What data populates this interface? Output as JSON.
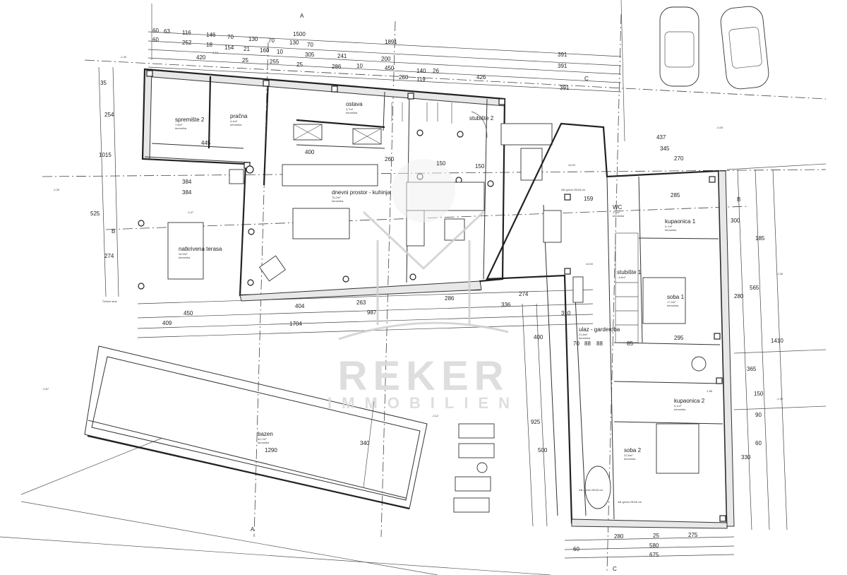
{
  "drawing": {
    "section_markers": [
      "A",
      "A",
      "B",
      "B",
      "C",
      "C"
    ],
    "rooms": [
      {
        "name": "spremište 2",
        "area": "7,5m²",
        "floor": "keramika"
      },
      {
        "name": "pračna",
        "area": "4,4m²",
        "floor": "keramika"
      },
      {
        "name": "ostava",
        "area": "3,7m²",
        "floor": "keramika"
      },
      {
        "name": "stubište 2",
        "area": "",
        "floor": ""
      },
      {
        "name": "dnevni prostor - kuhinja",
        "area": "76,2m²",
        "floor": "keramika"
      },
      {
        "name": "natkrivena terasa",
        "area": "26,9m²",
        "floor": "keramika"
      },
      {
        "name": "WC",
        "area": "1,9m²",
        "floor": "keramika"
      },
      {
        "name": "kupaonica 1",
        "area": "5,7m²",
        "floor": "keramika"
      },
      {
        "name": "stubište 1",
        "area": "4,8m²",
        "floor": ""
      },
      {
        "name": "soba 1",
        "area": "17,4m²",
        "floor": "keramika"
      },
      {
        "name": "ulaz - garderoba",
        "area": "21,8m²",
        "floor": "keramika"
      },
      {
        "name": "kupaonica 2",
        "area": "6,1m²",
        "floor": "keramika"
      },
      {
        "name": "soba 2",
        "area": "22,8m²",
        "floor": "keramika"
      },
      {
        "name": "bazen",
        "area": "40,7m²",
        "floor": "keramika"
      }
    ],
    "levels": [
      "-1,40",
      "-1,10",
      "-0,05",
      "±0,00",
      "-1,07",
      "-2,30",
      "-1,06",
      "-1,95",
      "-2,87",
      "-3,12",
      "-1,85",
      "±0,00"
    ],
    "notes": [
      "Čelični stub",
      "AB greda 25/48 cm",
      "AB greda 25/48 cm",
      "AB greda 25/48 cm"
    ],
    "dims_top": [
      "1891",
      "1500",
      "60",
      "63",
      "116",
      "146",
      "70",
      "130",
      "70",
      "130",
      "70",
      "60",
      "252",
      "18",
      "154",
      "21",
      "160",
      "10",
      "305",
      "241",
      "200",
      "391",
      "420",
      "25",
      "255",
      "25",
      "286",
      "10",
      "450",
      "140",
      "26",
      "391",
      "280",
      "119",
      "426",
      "391"
    ],
    "dims_interior": [
      "445",
      "400",
      "260",
      "150",
      "150",
      "384",
      "384",
      "437",
      "345",
      "270",
      "159",
      "285",
      "295",
      "88",
      "70",
      "88",
      "85"
    ],
    "dims_bottom": [
      "450",
      "404",
      "263",
      "286",
      "274",
      "336",
      "409",
      "987",
      "1704"
    ],
    "dims_right": [
      "300",
      "185",
      "280",
      "565",
      "1410",
      "365",
      "150",
      "330",
      "90",
      "60"
    ],
    "dims_right_bottom": [
      "280",
      "25",
      "275",
      "580",
      "60",
      "675"
    ],
    "dims_left": [
      "35",
      "254",
      "1015",
      "525",
      "274"
    ],
    "dims_pool": [
      "1290",
      "340"
    ],
    "dims_mid": [
      "400",
      "500",
      "925",
      "310"
    ],
    "watermark": {
      "title": "REKER",
      "subtitle": "IMMOBILIEN"
    }
  }
}
